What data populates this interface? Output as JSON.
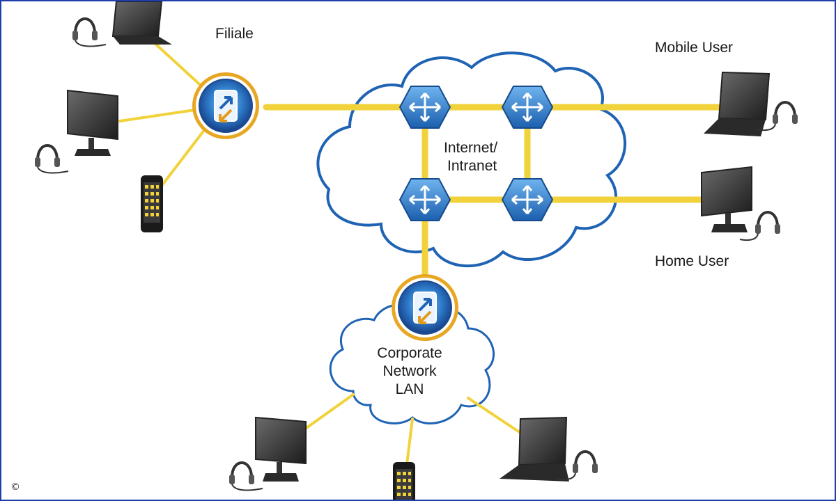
{
  "labels": {
    "filiale": "Filiale",
    "mobile_user": "Mobile User",
    "home_user": "Home User",
    "internet_line1": "Internet/",
    "internet_line2": "Intranet",
    "corp_line1": "Corporate",
    "corp_line2": "Network",
    "corp_line3": "LAN"
  },
  "copyright_symbol": "©",
  "colors": {
    "link": "#f2d23a",
    "cloud_stroke": "#1f63b5",
    "router": "#2f7ed0",
    "frame": "#1f3fa8"
  },
  "icons": [
    "laptop-icon",
    "monitor-icon",
    "headset-icon",
    "smartphone-icon",
    "router-icon",
    "gateway-icon",
    "cloud-icon"
  ]
}
